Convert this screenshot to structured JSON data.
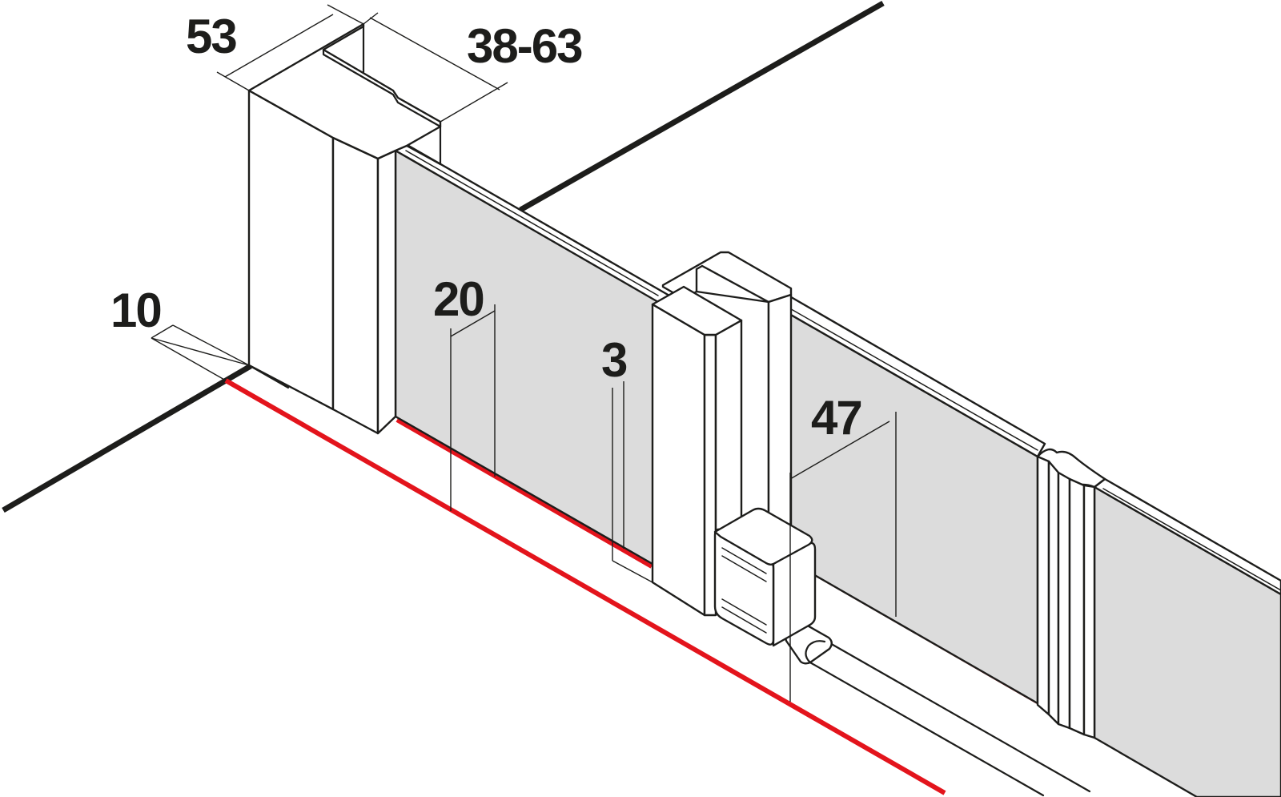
{
  "dimensions": {
    "profile_width": "53",
    "adjustment_range": "38-63",
    "floor_offset": "10",
    "profile_offset": "20",
    "glass_gap": "3",
    "track_offset": "47"
  },
  "colors": {
    "line": "#1d1d1b",
    "glass": "#dcdcdc",
    "floor_mark": "#e3141c",
    "background": "#ffffff"
  }
}
